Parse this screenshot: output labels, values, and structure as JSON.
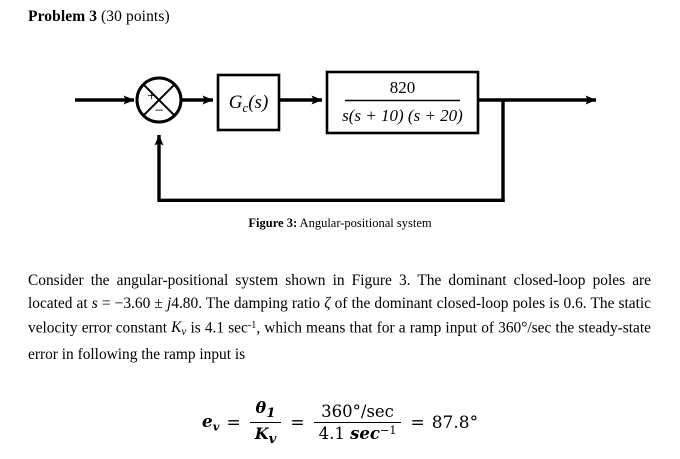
{
  "heading": {
    "bold_part": "Problem 3",
    "rest": " (30 points)"
  },
  "diagram": {
    "summing_junction": {
      "plus_sign": "+",
      "minus_sign": "−"
    },
    "controller_block": {
      "label_g": "G",
      "label_sub": "c",
      "label_args": "(s)"
    },
    "plant_block": {
      "numerator": "820",
      "denominator": "s(s + 10) (s + 20)"
    }
  },
  "caption": {
    "label": "Figure 3:",
    "text": " Angular-positional system"
  },
  "paragraph": {
    "seg1": "Consider the angular-positional system shown in Figure 3. The dominant closed-loop poles are located at ",
    "s_var": "s",
    "seg2": " = −3.60 ± ",
    "j_var": "j",
    "seg3": "4.80. The damping ratio ",
    "zeta": "ζ",
    "seg4": " of the dominant closed-loop poles is 0.6. The static velocity error constant ",
    "kv_base": "K",
    "kv_sub": "v",
    "seg5": " is 4.1 sec",
    "kv_sup": "-1",
    "seg6": ", which means that for a ramp input of 360°/sec the steady-state error in following the ramp input is"
  },
  "equation": {
    "lhs_base": "e",
    "lhs_sub": "v",
    "eq1": "=",
    "frac1_num_base": "θ",
    "frac1_num_sub": "1",
    "frac1_den_base": "K",
    "frac1_den_sub": "v",
    "eq2": "=",
    "frac2_num": "360°/sec",
    "frac2_den_value": "4.1 ",
    "frac2_den_unit": "sec",
    "frac2_den_exp": "−1",
    "eq3": "=",
    "rhs": "87.8°"
  },
  "colors": {
    "ink": "#000000",
    "page": "#ffffff"
  }
}
